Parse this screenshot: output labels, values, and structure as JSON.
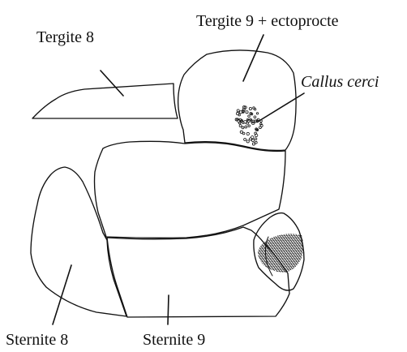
{
  "labels": {
    "tergite8": "Tergite 8",
    "tergite9": "Tergite 9 + ectoprocte",
    "callus": "Callus cerci",
    "sternite8": "Sternite 8",
    "sternite9": "Sternite 9"
  },
  "colors": {
    "ink": "#111111",
    "paper": "#ffffff"
  }
}
